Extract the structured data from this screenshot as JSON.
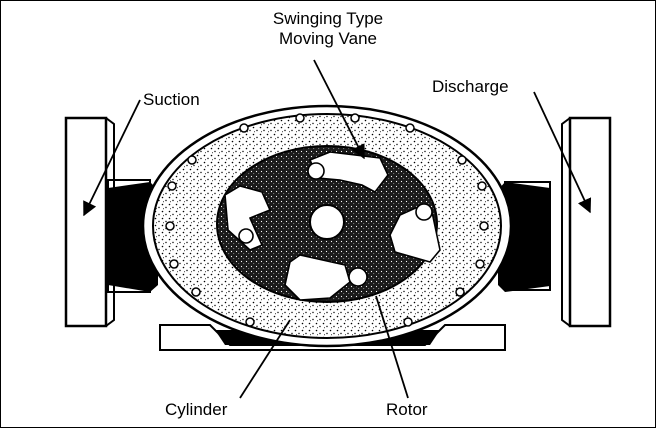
{
  "labels": {
    "vane_line1": "Swinging Type",
    "vane_line2": "Moving Vane",
    "suction": "Suction",
    "discharge": "Discharge",
    "cylinder": "Cylinder",
    "rotor": "Rotor"
  },
  "colors": {
    "ink": "#000000",
    "paper": "#ffffff"
  }
}
